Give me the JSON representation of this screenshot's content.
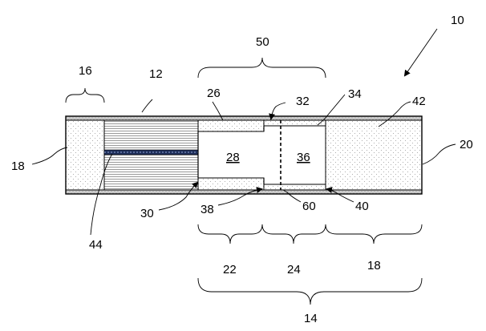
{
  "labels": {
    "n10": "10",
    "n12": "12",
    "n14": "14",
    "n16": "16",
    "n18_left": "18",
    "n18_bottom": "18",
    "n20": "20",
    "n22": "22",
    "n24": "24",
    "n26": "26",
    "n28": "28",
    "n30": "30",
    "n32": "32",
    "n34": "34",
    "n36": "36",
    "n38": "38",
    "n40": "40",
    "n42": "42",
    "n44": "44",
    "n50": "50",
    "n60": "60"
  },
  "colors": {
    "outline": "#000000",
    "stipple": "#9a9a9a",
    "wall": "#c8c8c8",
    "band": "#1f2f5a",
    "background": "#ffffff"
  }
}
